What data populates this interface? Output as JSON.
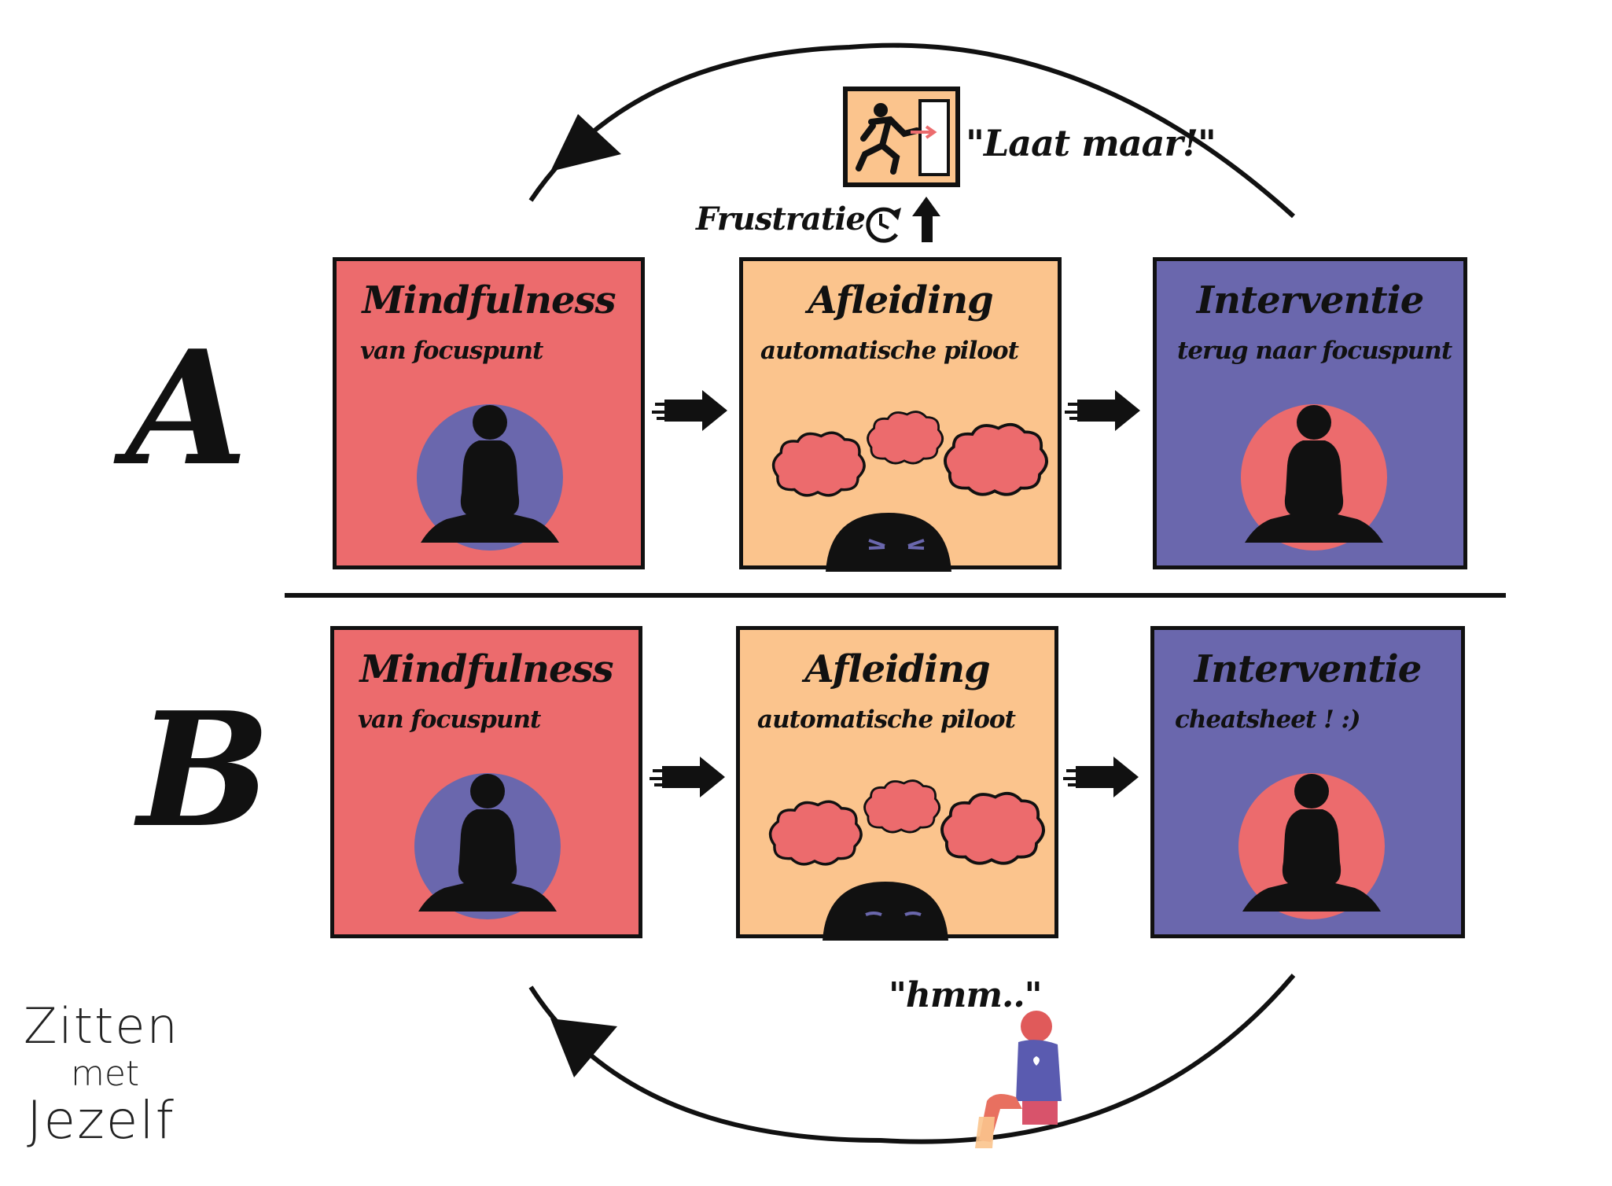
{
  "colors": {
    "mindfulness": "#ec6b6d",
    "afleiding": "#fbc48d",
    "interventie": "#6a67ad",
    "ink": "#111111"
  },
  "rows": [
    {
      "letter": "A",
      "boxes": [
        {
          "title": "Mindfulness",
          "subtitle": "van focuspunt",
          "icon": "meditating-person-icon"
        },
        {
          "title": "Afleiding",
          "subtitle": "automatische piloot",
          "icon": "thought-clouds-icon"
        },
        {
          "title": "Interventie",
          "subtitle": "terug naar focuspunt",
          "icon": "meditating-person-icon"
        }
      ]
    },
    {
      "letter": "B",
      "boxes": [
        {
          "title": "Mindfulness",
          "subtitle": "van focuspunt",
          "icon": "meditating-person-icon"
        },
        {
          "title": "Afleiding",
          "subtitle": "automatische piloot",
          "icon": "thought-clouds-icon"
        },
        {
          "title": "Interventie",
          "subtitle": "cheatsheet ! :)",
          "icon": "meditating-person-icon"
        }
      ]
    }
  ],
  "top_cycle": {
    "quote": "\"Laat maar!\"",
    "label": "Frustratie",
    "icons": [
      "exit-sign-icon",
      "clock-icon",
      "up-arrow-icon"
    ]
  },
  "bottom_cycle": {
    "quote": "\"hmm..\"",
    "icons": [
      "thinking-person-icon"
    ]
  },
  "logo": {
    "line1": "Zitten",
    "line2": "met",
    "line3": "Jezelf"
  }
}
